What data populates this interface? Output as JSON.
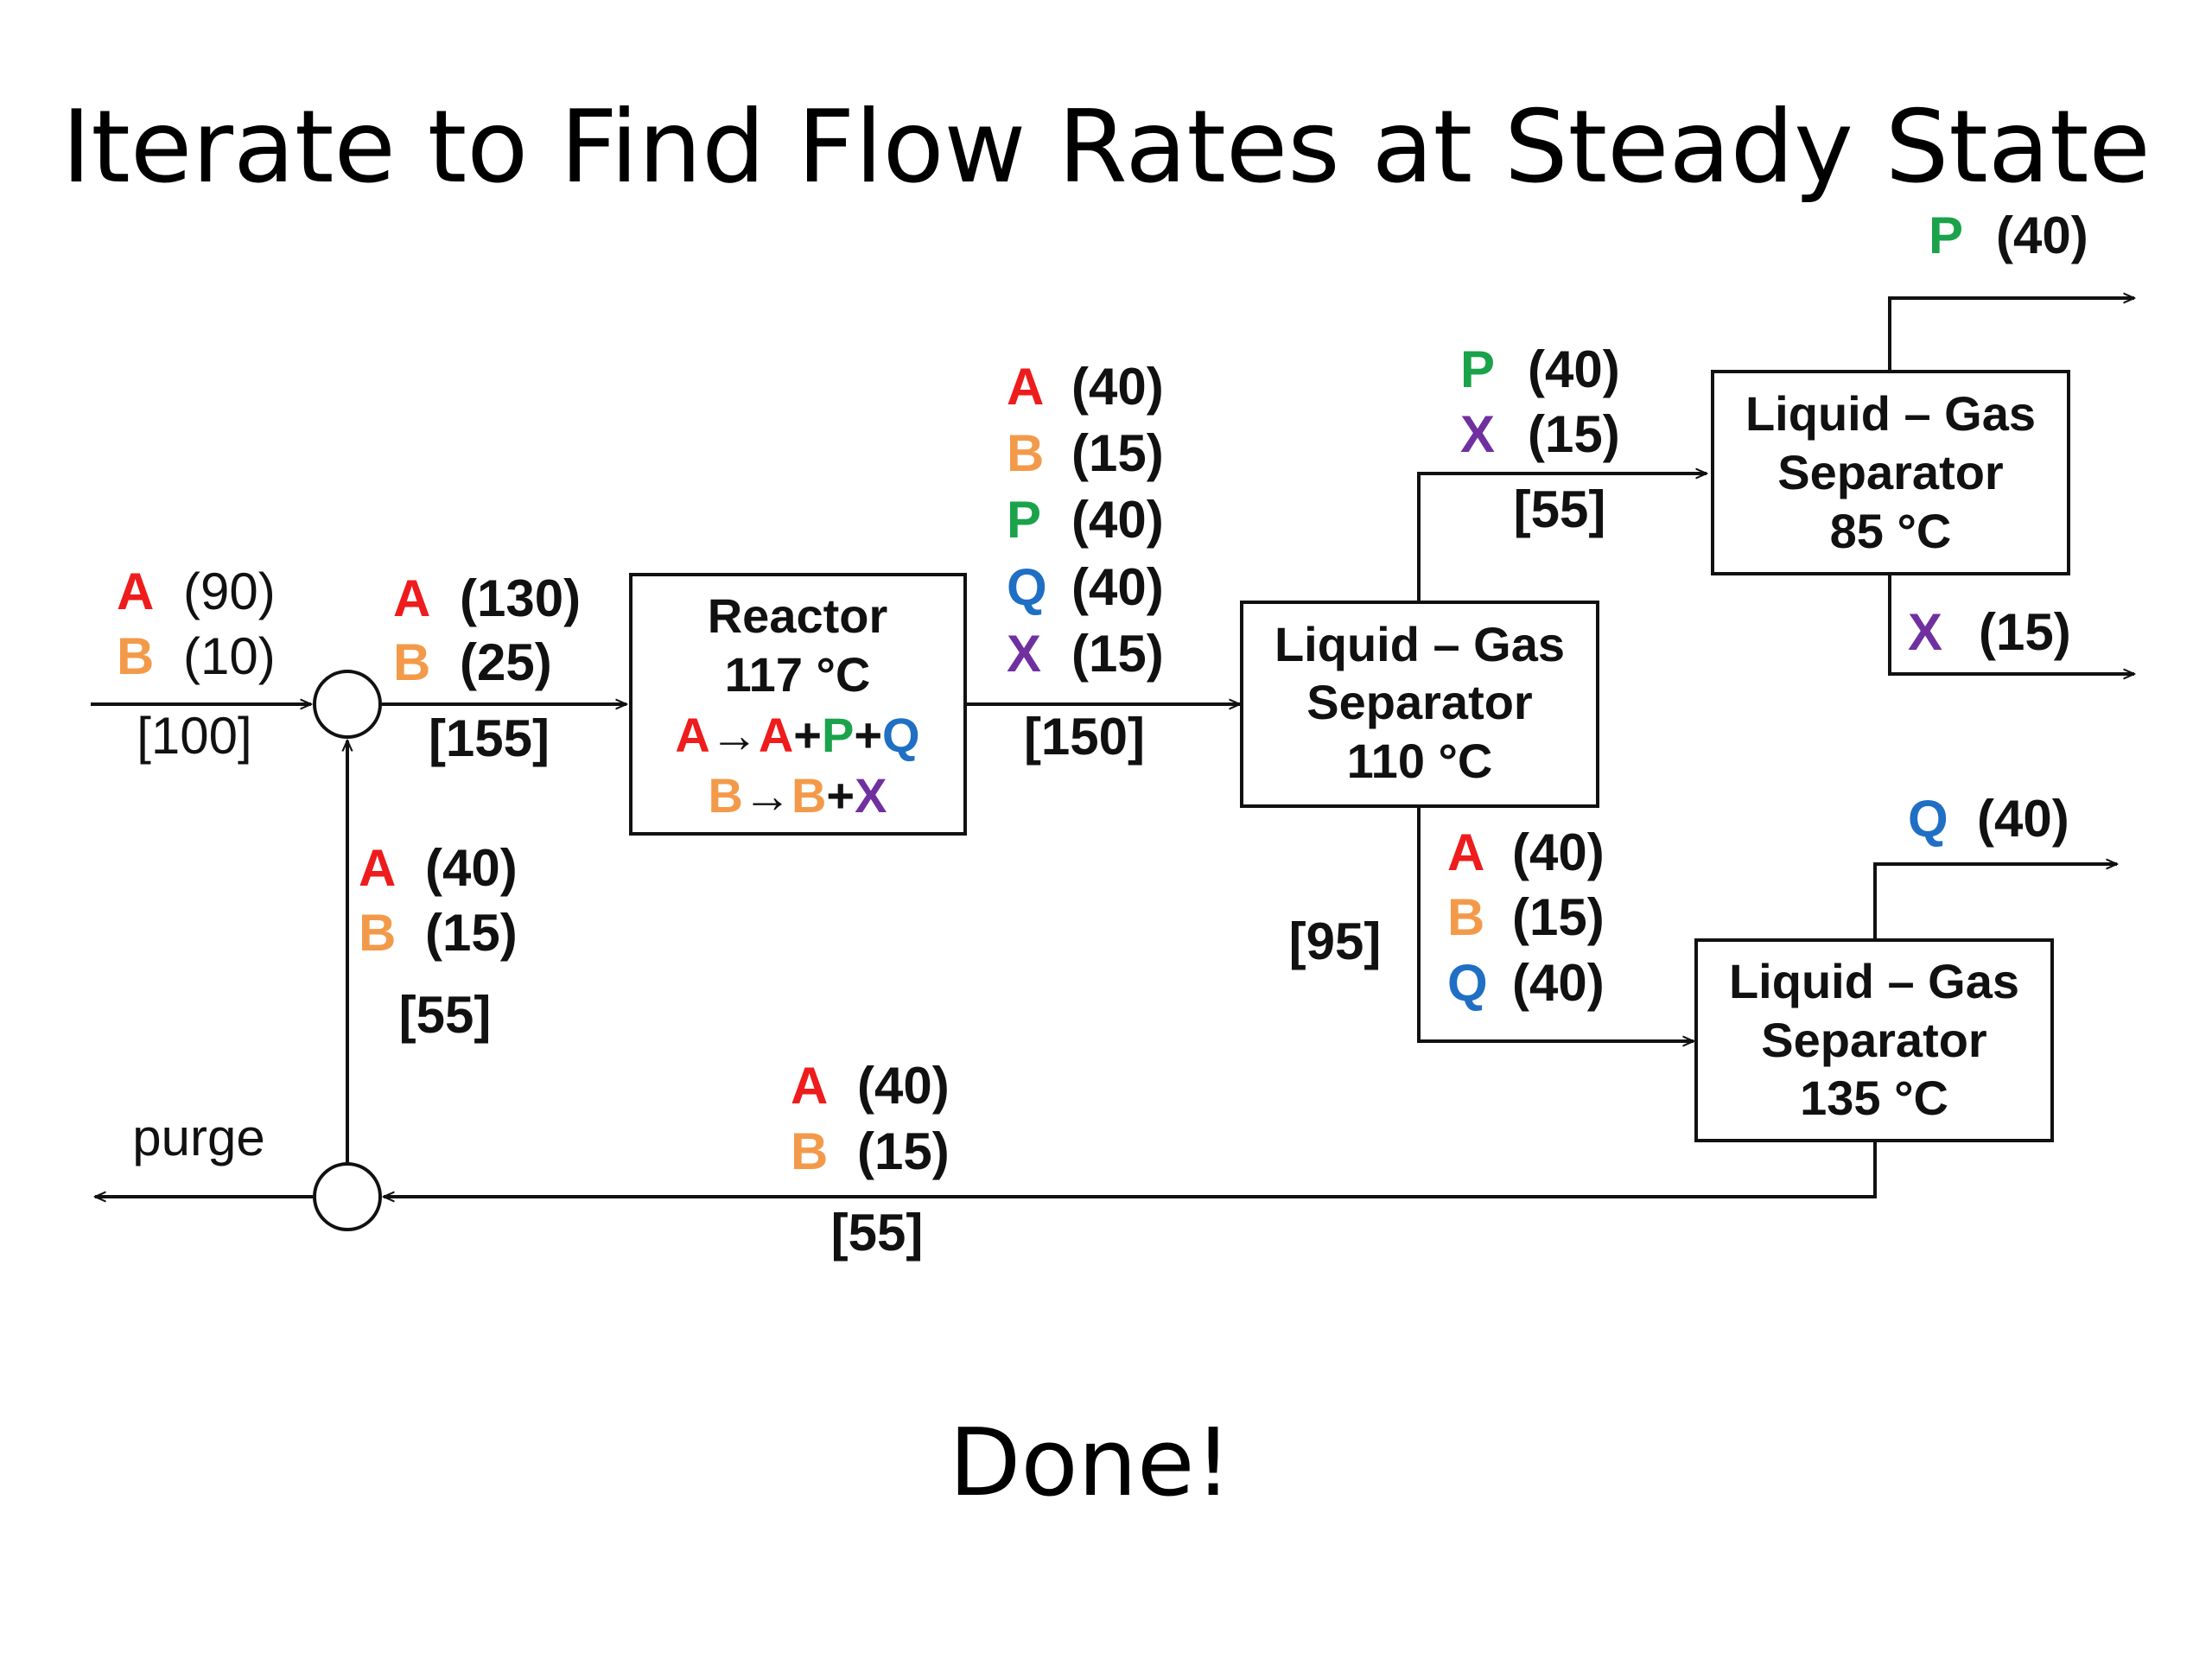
{
  "title": "Iterate to Find Flow Rates at Steady State",
  "footer": "Done!",
  "colors": {
    "A": "#ee1c1c",
    "B": "#f39a4a",
    "P": "#1aa34a",
    "Q": "#1f6fc4",
    "X": "#7030a0",
    "line": "#111111"
  },
  "units": {
    "reactor": {
      "title": "Reactor",
      "temp": "117 °C",
      "rxn1": {
        "reactant": "A",
        "arrow": "→",
        "p1": "A",
        "plus1": "+",
        "p2": "P",
        "plus2": "+",
        "p3": "Q"
      },
      "rxn2": {
        "reactant": "B",
        "arrow": "→",
        "p1": "B",
        "plus1": "+",
        "p2": "X"
      }
    },
    "sep1": {
      "line1": "Liquid – Gas",
      "line2": "Separator",
      "temp": "110 °C"
    },
    "sep2": {
      "line1": "Liquid – Gas",
      "line2": "Separator",
      "temp": "85 °C"
    },
    "sep3": {
      "line1": "Liquid – Gas",
      "line2": "Separator",
      "temp": "135 °C"
    },
    "purge_label": "purge"
  },
  "streams": {
    "feed": {
      "A": {
        "label": "A",
        "value": "(90)"
      },
      "B": {
        "label": "B",
        "value": "(10)"
      },
      "total": "[100]"
    },
    "mixed": {
      "A": {
        "label": "A",
        "value": "(130)"
      },
      "B": {
        "label": "B",
        "value": "(25)"
      },
      "total": "[155]"
    },
    "reactor_out": {
      "A": {
        "label": "A",
        "value": "(40)"
      },
      "B": {
        "label": "B",
        "value": "(15)"
      },
      "P": {
        "label": "P",
        "value": "(40)"
      },
      "Q": {
        "label": "Q",
        "value": "(40)"
      },
      "X": {
        "label": "X",
        "value": "(15)"
      },
      "total": "[150]"
    },
    "sep1_gas": {
      "P": {
        "label": "P",
        "value": "(40)"
      },
      "X": {
        "label": "X",
        "value": "(15)"
      },
      "total": "[55]"
    },
    "sep1_liq": {
      "A": {
        "label": "A",
        "value": "(40)"
      },
      "B": {
        "label": "B",
        "value": "(15)"
      },
      "Q": {
        "label": "Q",
        "value": "(40)"
      },
      "total": "[95]"
    },
    "sep2_gas": {
      "P": {
        "label": "P",
        "value": "(40)"
      }
    },
    "sep2_liq": {
      "X": {
        "label": "X",
        "value": "(15)"
      }
    },
    "sep3_gas": {
      "Q": {
        "label": "Q",
        "value": "(40)"
      }
    },
    "sep3_liq": {
      "A": {
        "label": "A",
        "value": "(40)"
      },
      "B": {
        "label": "B",
        "value": "(15)"
      },
      "total": "[55]"
    },
    "recycle": {
      "A": {
        "label": "A",
        "value": "(40)"
      },
      "B": {
        "label": "B",
        "value": "(15)"
      },
      "total": "[55]"
    }
  }
}
